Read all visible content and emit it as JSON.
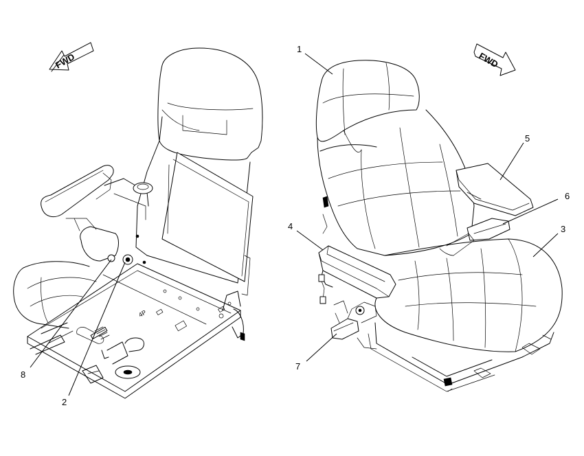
{
  "orientation": {
    "left_arrow_label": "FWD",
    "right_arrow_label": "FWD"
  },
  "plate_marking": "4P",
  "callouts": [
    {
      "id": "callout-1",
      "label": "1"
    },
    {
      "id": "callout-2",
      "label": "2"
    },
    {
      "id": "callout-3",
      "label": "3"
    },
    {
      "id": "callout-4",
      "label": "4"
    },
    {
      "id": "callout-5",
      "label": "5"
    },
    {
      "id": "callout-6",
      "label": "6"
    },
    {
      "id": "callout-7",
      "label": "7"
    },
    {
      "id": "callout-8",
      "label": "8"
    }
  ]
}
